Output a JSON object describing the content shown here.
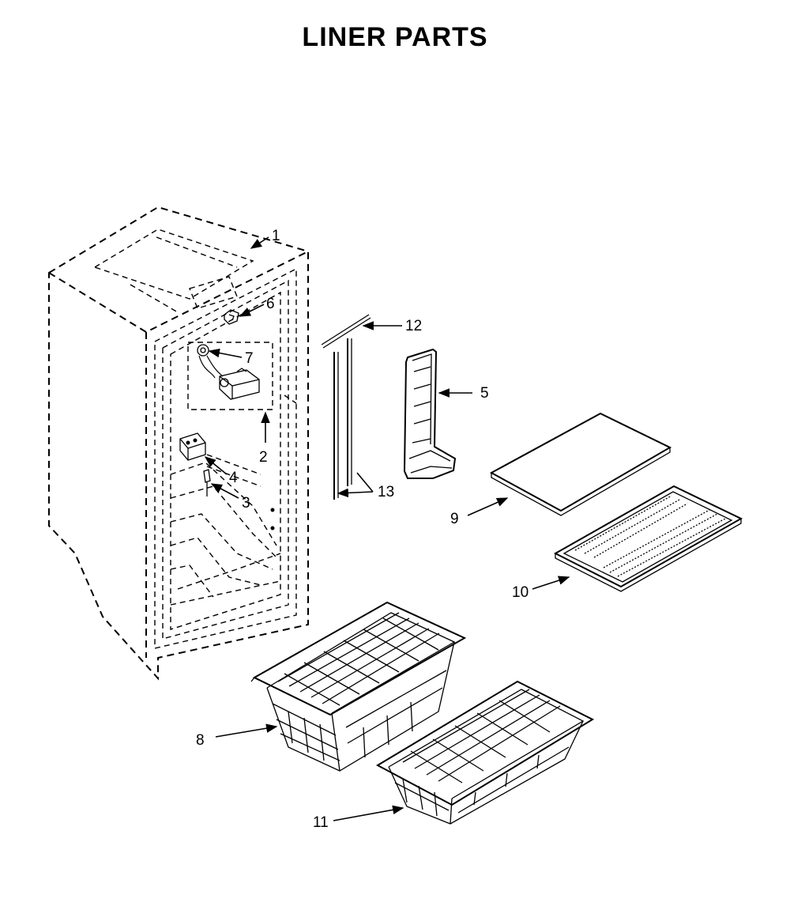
{
  "title": "LINER PARTS",
  "callouts": [
    "1",
    "2",
    "3",
    "4",
    "5",
    "6",
    "7",
    "8",
    "9",
    "10",
    "11",
    "12",
    "13"
  ]
}
